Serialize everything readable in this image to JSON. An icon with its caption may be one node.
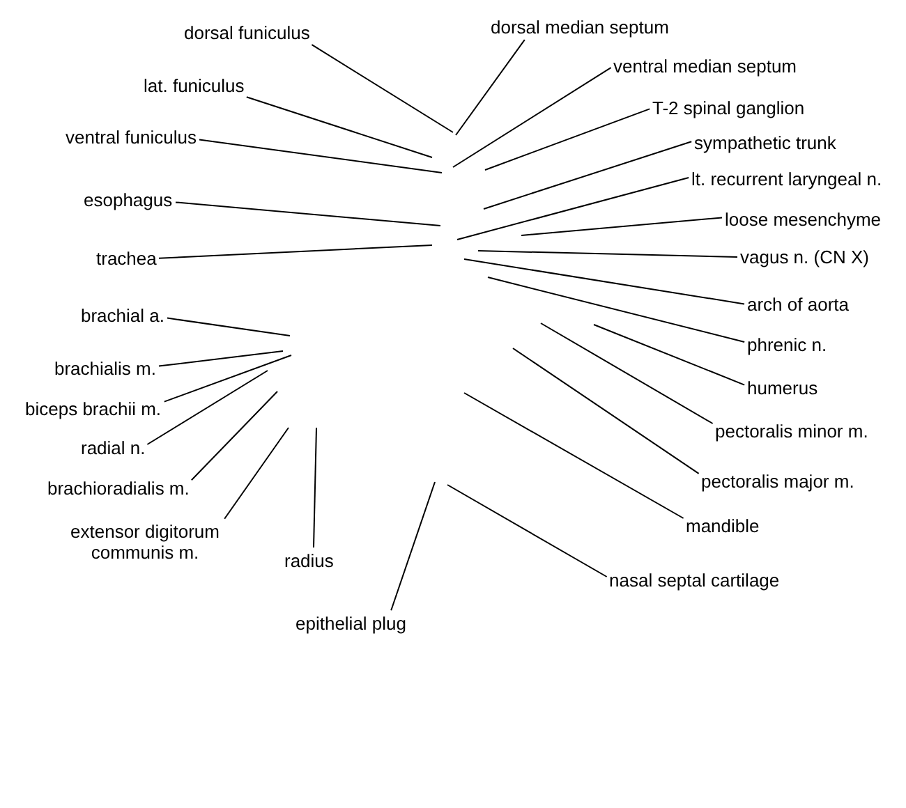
{
  "diagram": {
    "nodes": [
      {
        "text": [
          "dorsal median septum"
        ]
      },
      {
        "text": [
          "dorsal funiculus"
        ]
      },
      {
        "text": [
          "ventral median septum"
        ]
      },
      {
        "text": [
          "lat. funiculus"
        ]
      },
      {
        "text": [
          "T-2 spinal ganglion"
        ]
      },
      {
        "text": [
          "ventral funiculus"
        ]
      },
      {
        "text": [
          "sympathetic trunk"
        ]
      },
      {
        "text": [
          "lt. recurrent laryngeal n."
        ]
      },
      {
        "text": [
          "esophagus"
        ]
      },
      {
        "text": [
          "loose mesenchyme"
        ]
      },
      {
        "text": [
          "trachea"
        ]
      },
      {
        "text": [
          "vagus n. (CN X)"
        ]
      },
      {
        "text": [
          "arch of aorta"
        ]
      },
      {
        "text": [
          "brachial a."
        ]
      },
      {
        "text": [
          "phrenic n."
        ]
      },
      {
        "text": [
          "brachialis m."
        ]
      },
      {
        "text": [
          "humerus"
        ]
      },
      {
        "text": [
          "biceps brachii m."
        ]
      },
      {
        "text": [
          "pectoralis minor m."
        ]
      },
      {
        "text": [
          "radial n."
        ]
      },
      {
        "text": [
          "pectoralis major m."
        ]
      },
      {
        "text": [
          "brachioradialis m."
        ]
      },
      {
        "text": [
          "mandible"
        ]
      },
      {
        "text": [
          "extensor digitorum communis m."
        ]
      },
      {
        "text": [
          "radius"
        ]
      },
      {
        "text": [
          "nasal septal cartilage"
        ]
      },
      {
        "text": [
          "epithelial plug"
        ]
      }
    ],
    "edges": [
      {
        "from": 0,
        "to": null,
        "arrow": "none"
      },
      {
        "from": 1,
        "to": null,
        "arrow": "none"
      },
      {
        "from": 2,
        "to": null,
        "arrow": "none"
      },
      {
        "from": 3,
        "to": null,
        "arrow": "none"
      },
      {
        "from": 4,
        "to": null,
        "arrow": "none"
      },
      {
        "from": 5,
        "to": null,
        "arrow": "none"
      },
      {
        "from": 6,
        "to": null,
        "arrow": "none"
      },
      {
        "from": 7,
        "to": null,
        "arrow": "none"
      },
      {
        "from": 8,
        "to": null,
        "arrow": "none"
      },
      {
        "from": 9,
        "to": null,
        "arrow": "none"
      },
      {
        "from": 10,
        "to": null,
        "arrow": "none"
      },
      {
        "from": 11,
        "to": null,
        "arrow": "none"
      },
      {
        "from": 12,
        "to": null,
        "arrow": "none"
      },
      {
        "from": 13,
        "to": null,
        "arrow": "none"
      },
      {
        "from": 14,
        "to": null,
        "arrow": "none"
      },
      {
        "from": 15,
        "to": null,
        "arrow": "none"
      },
      {
        "from": 16,
        "to": null,
        "arrow": "none"
      },
      {
        "from": 17,
        "to": null,
        "arrow": "none"
      },
      {
        "from": 18,
        "to": null,
        "arrow": "none"
      },
      {
        "from": 19,
        "to": null,
        "arrow": "none"
      },
      {
        "from": 20,
        "to": null,
        "arrow": "none"
      },
      {
        "from": 21,
        "to": null,
        "arrow": "none"
      },
      {
        "from": 22,
        "to": null,
        "arrow": "none"
      },
      {
        "from": 23,
        "to": null,
        "arrow": "none"
      },
      {
        "from": 24,
        "to": null,
        "arrow": "none"
      },
      {
        "from": 25,
        "to": null,
        "arrow": "none"
      },
      {
        "from": 26,
        "to": null,
        "arrow": "none"
      }
    ]
  }
}
